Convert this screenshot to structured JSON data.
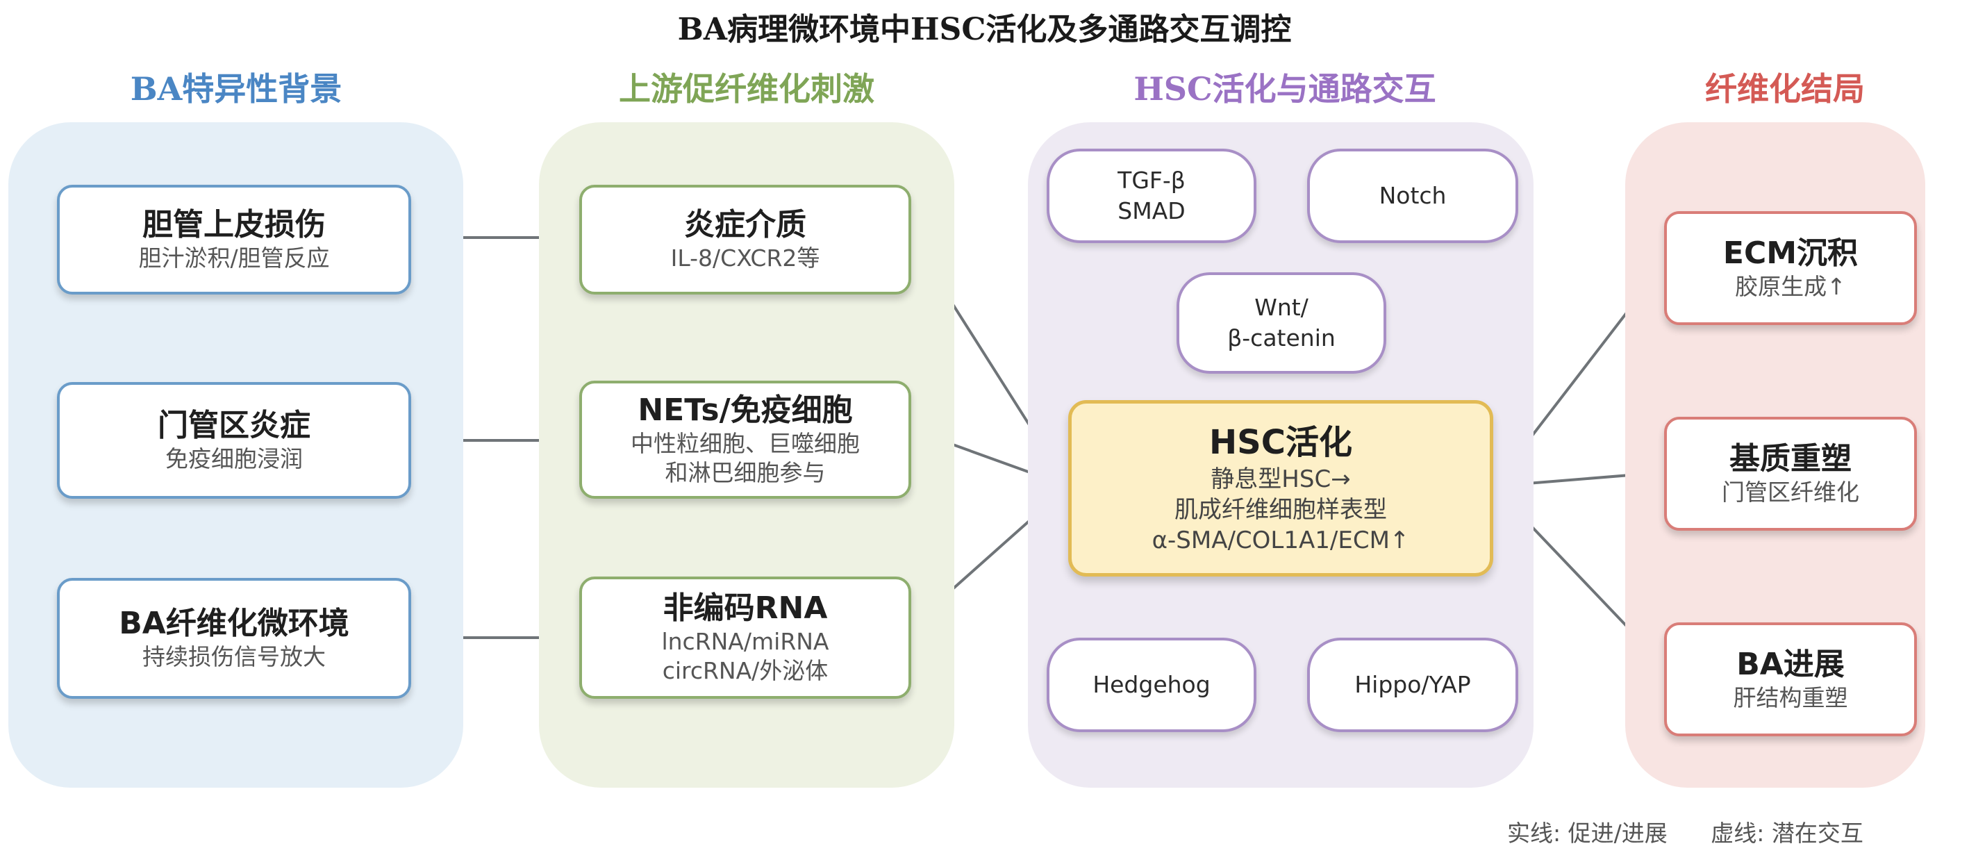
{
  "title": "BA病理微环境中HSC活化及多通路交互调控",
  "columns": {
    "background": {
      "heading": "BA特异性背景",
      "color": "#4a86c4"
    },
    "upstream": {
      "heading": "上游促纤维化刺激",
      "color": "#7fa556"
    },
    "hsc": {
      "heading": "HSC活化与通路交互",
      "color": "#9a72c4"
    },
    "outcome": {
      "heading": "纤维化结局",
      "color": "#d45a55"
    }
  },
  "background_boxes": [
    {
      "title": "胆管上皮损伤",
      "sub": "胆汁淤积/胆管反应"
    },
    {
      "title": "门管区炎症",
      "sub": "免疫细胞浸润"
    },
    {
      "title": "BA纤维化微环境",
      "sub": "持续损伤信号放大"
    }
  ],
  "upstream_boxes": [
    {
      "title": "炎症介质",
      "sub": "IL-8/CXCR2等"
    },
    {
      "title": "NETs/免疫细胞",
      "sub": "中性粒细胞、巨噬细胞",
      "sub2": "和淋巴细胞参与"
    },
    {
      "title": "非编码RNA",
      "sub": "lncRNA/miRNA",
      "sub2": "circRNA/外泌体"
    }
  ],
  "pathways": {
    "tgf": {
      "line1": "TGF-β",
      "line2": "SMAD"
    },
    "notch": {
      "line1": "Notch"
    },
    "wnt": {
      "line1": "Wnt/",
      "line2": "β-catenin"
    },
    "hedgehog": {
      "line1": "Hedgehog"
    },
    "hippo": {
      "line1": "Hippo/YAP"
    }
  },
  "hsc_box": {
    "title": "HSC活化",
    "line1": "静息型HSC→",
    "line2": "肌成纤维细胞样表型",
    "line3": "α-SMA/COL1A1/ECM↑"
  },
  "outcome_boxes": [
    {
      "title": "ECM沉积",
      "sub": "胶原生成↑"
    },
    {
      "title": "基质重塑",
      "sub": "门管区纤维化"
    },
    {
      "title": "BA进展",
      "sub": "肝结构重塑"
    }
  ],
  "legend": {
    "solid": "实线: 促进/进展",
    "dashed": "虚线: 潜在交互"
  }
}
